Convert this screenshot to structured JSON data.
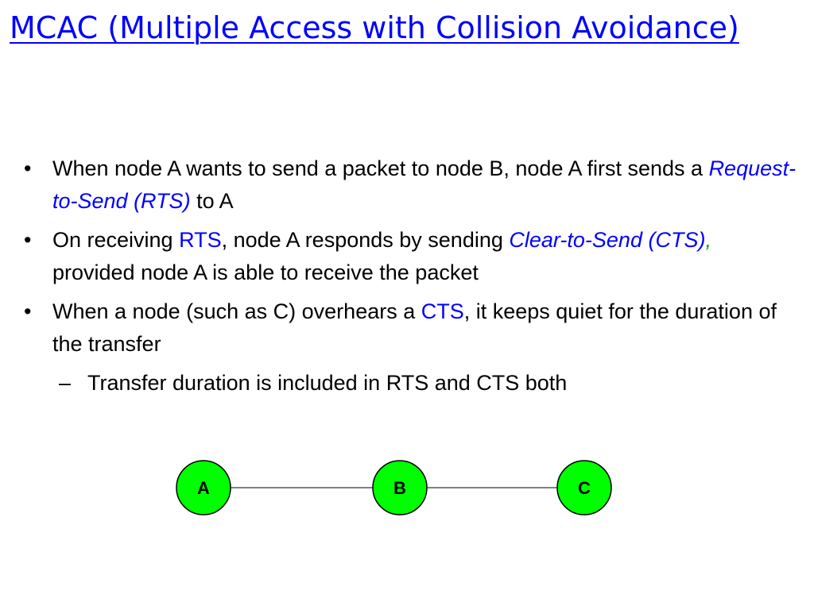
{
  "title": "MCAC (Multiple Access with Collision Avoidance)",
  "bullets": [
    {
      "marker": "•",
      "p1": "When node A wants to send a packet to node B, node A first sends a ",
      "rts_term": "Request-to-Send (RTS)",
      "p2": " to A"
    },
    {
      "marker": "•",
      "p1": "On receiving ",
      "rts": "RTS",
      "p2": ", node A responds by sending ",
      "cts_term": "Clear-to-Send (CTS)",
      "comma": ",",
      "p3": " provided node A is able to receive the packet"
    },
    {
      "marker": "•",
      "p1": "When a node (such as C) overhears a ",
      "cts": "CTS",
      "p2": ", it keeps quiet for the duration of the transfer",
      "sub": {
        "marker": "–",
        "text": "Transfer duration is included in RTS and CTS both"
      }
    }
  ],
  "diagram": {
    "nodes": [
      {
        "label": "A"
      },
      {
        "label": "B"
      },
      {
        "label": "C"
      }
    ],
    "node_fill": "#00ff00",
    "node_stroke": "#000000"
  },
  "colors": {
    "title": "#0000ff",
    "term": "#0000ff",
    "green_comma": "#00aa00"
  }
}
